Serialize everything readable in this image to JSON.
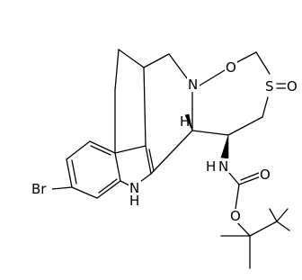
{
  "structure": {
    "atom_labels": {
      "N_ring": "N",
      "O_ring": "O",
      "S": "S",
      "S_oxo": "O",
      "NH_indole": "N",
      "H_indole": "H",
      "NH_carbamate": "N",
      "H_carbamate": "H",
      "O_carbonyl": "O",
      "O_ester": "O",
      "Br": "Br"
    },
    "stereo_marks": {
      "stereo_H": "H"
    }
  }
}
